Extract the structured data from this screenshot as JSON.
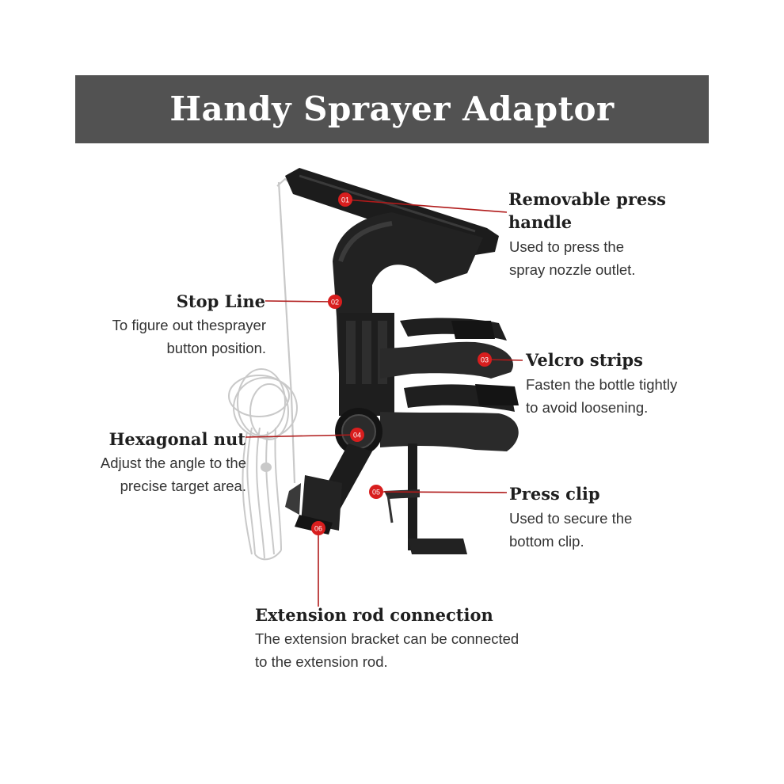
{
  "title": "Handy Sprayer Adaptor",
  "callouts": [
    {
      "number": "01",
      "heading": [
        "Removable press",
        "handle"
      ],
      "description": [
        "Used to press the",
        "spray nozzle outlet."
      ]
    },
    {
      "number": "02",
      "heading": [
        "Stop Line"
      ],
      "description": [
        "To figure out thesprayer",
        "button position."
      ]
    },
    {
      "number": "03",
      "heading": [
        "Velcro strips"
      ],
      "description": [
        "Fasten the bottle tightly",
        "to avoid loosening."
      ]
    },
    {
      "number": "04",
      "heading": [
        "Hexagonal nut"
      ],
      "description": [
        "Adjust the angle to the",
        "precise target area."
      ]
    },
    {
      "number": "05",
      "heading": [
        "Press clip"
      ],
      "description": [
        "Used to secure the",
        "bottom clip."
      ]
    },
    {
      "number": "06",
      "heading": [
        "Extension rod connection"
      ],
      "description": [
        "The extension bracket can be connected",
        "to the extension rod."
      ]
    }
  ],
  "colors": {
    "title_bar": "#525252",
    "marker": "#d81e1e",
    "leader_line": "#b01a1a",
    "product": "#1c1c1c",
    "cord": "#c9c9c9"
  }
}
